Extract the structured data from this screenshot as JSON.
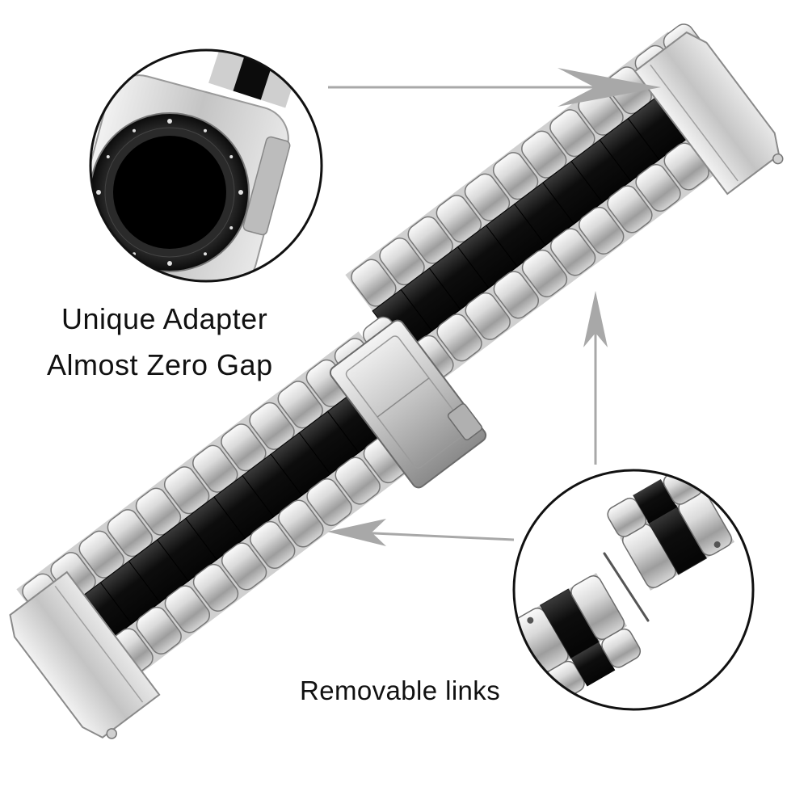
{
  "product": {
    "strap_colors": {
      "silver": "#c9c9c9",
      "black": "#111111",
      "background": "#ffffff"
    }
  },
  "callouts": {
    "adapter": {
      "line1": "Unique Adapter",
      "line2": "Almost Zero Gap",
      "icon": "watch-face-closeup"
    },
    "links": {
      "label": "Removable links",
      "icon": "strap-links-closeup"
    }
  },
  "colors": {
    "arrow": "#a8a8a8",
    "circle_border": "#111111",
    "text": "#111111"
  }
}
